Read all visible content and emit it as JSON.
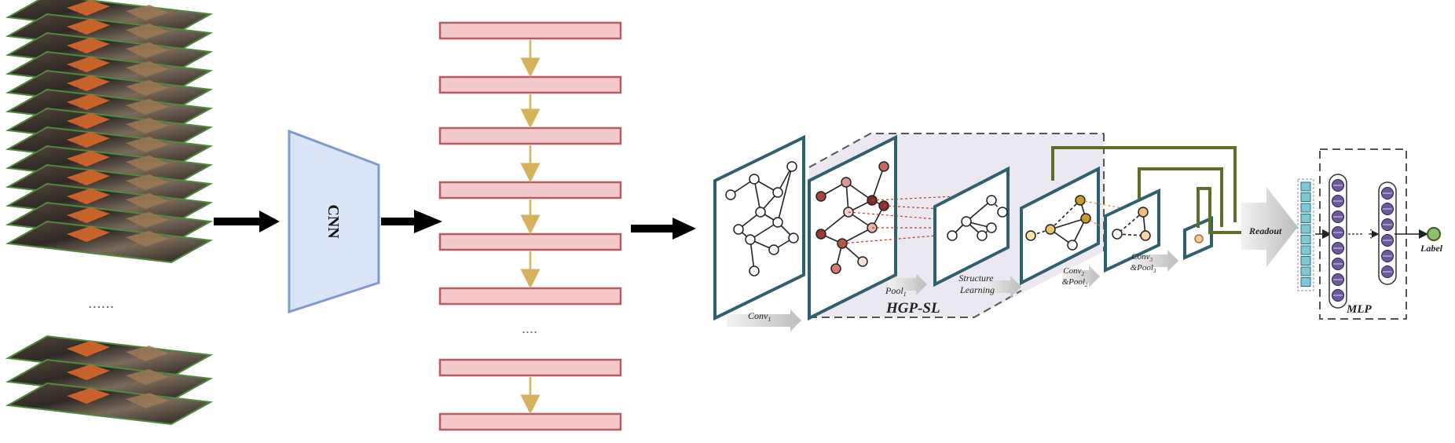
{
  "figure": {
    "cnn_label": "CNN",
    "frames_ellipsis": "......",
    "features_ellipsis": "....",
    "conv1_label": "Conv",
    "conv1_sub": "1",
    "pool1_label": "Pool",
    "pool1_sub": "1",
    "hgpsl_label": "HGP-SL",
    "structure_label_line1": "Structure",
    "structure_label_line2": "Learning",
    "conv2_line1": "Conv",
    "conv2_sub": "2",
    "conv2_line2": "&Pool",
    "conv2_sub2": "2",
    "conv3_line1": "Conv",
    "conv3_sub": "3",
    "conv3_line2": "&Pool",
    "conv3_sub2": "3",
    "readout_label": "Readout",
    "mlp_label": "MLP",
    "output_label": "Label"
  },
  "colors": {
    "cnn_fill": "#d9e4f7",
    "cnn_stroke": "#7f9acb",
    "feature_fill": "#f4c9cb",
    "feature_stroke": "#b85c60",
    "arrow_gold": "#d6b35b",
    "panel_stroke": "#2e6070",
    "skip_green": "#5d6e2a",
    "pool_node": "#a8443e",
    "conv2_node": "#c79a2d",
    "readout_cell": "#7fc6d6",
    "mlp_unit": "#6c5a9c",
    "label_node": "#8fbf6a",
    "hgp_shade": "#e9e6ef"
  }
}
